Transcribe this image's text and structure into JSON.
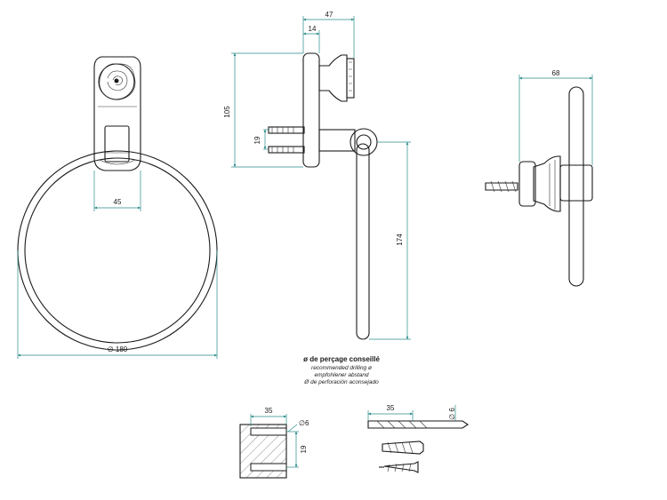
{
  "colors": {
    "outline": "#1a1a1a",
    "dimension_line": "#2a8a8a",
    "background": "#ffffff"
  },
  "dimensions": {
    "ring_diameter": "∅ 180",
    "mount_width": "45",
    "side_depth": "47",
    "plate_thickness": "14",
    "mount_height": "105",
    "screw_spacing": "19",
    "ring_drop": "174",
    "ring_offset": "68",
    "plug_width": "35",
    "plug_diameter": "∅6",
    "plug_spacing": "19",
    "screw_length": "35",
    "screw_diameter": "∅ 6"
  },
  "drilling_note": {
    "title": "ø de perçage conseillé",
    "lines": [
      "recommended drilling ø",
      "empfohlener abstand",
      "Ø de perforación aconsejado"
    ]
  }
}
